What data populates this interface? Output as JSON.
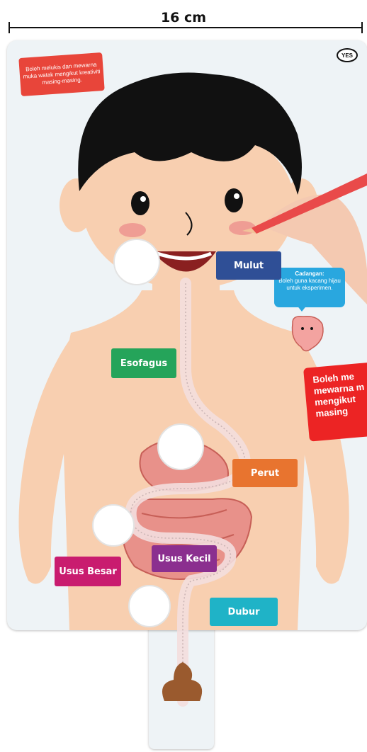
{
  "dimension": {
    "label": "16 cm"
  },
  "labels": {
    "mulut": "Mulut",
    "esofagus": "Esofagus",
    "perut": "Perut",
    "usus_kecil": "Usus Kecil",
    "usus_besar": "Usus Besar",
    "dubur": "Dubur"
  },
  "notes": {
    "top_left": "Boleh melukis dan mewarna muka watak mengikut kreativiti masing-masing.",
    "bubble_title": "Cadangan:",
    "bubble_text": "Boleh guna kacang hijau untuk eksperimen.",
    "banner_right": "Boleh me mewarna m mengikut masing",
    "logo": "YES"
  },
  "colors": {
    "skin": "#f8cfb0",
    "hair": "#111111",
    "board": "#eef3f6",
    "mulut": "#2f4f96",
    "esofagus": "#25a45a",
    "perut": "#e8742f",
    "usus_kecil": "#8b2f8f",
    "usus_besar": "#c91c6f",
    "dubur": "#1fb3c7",
    "pencil": "#e94a4a"
  }
}
